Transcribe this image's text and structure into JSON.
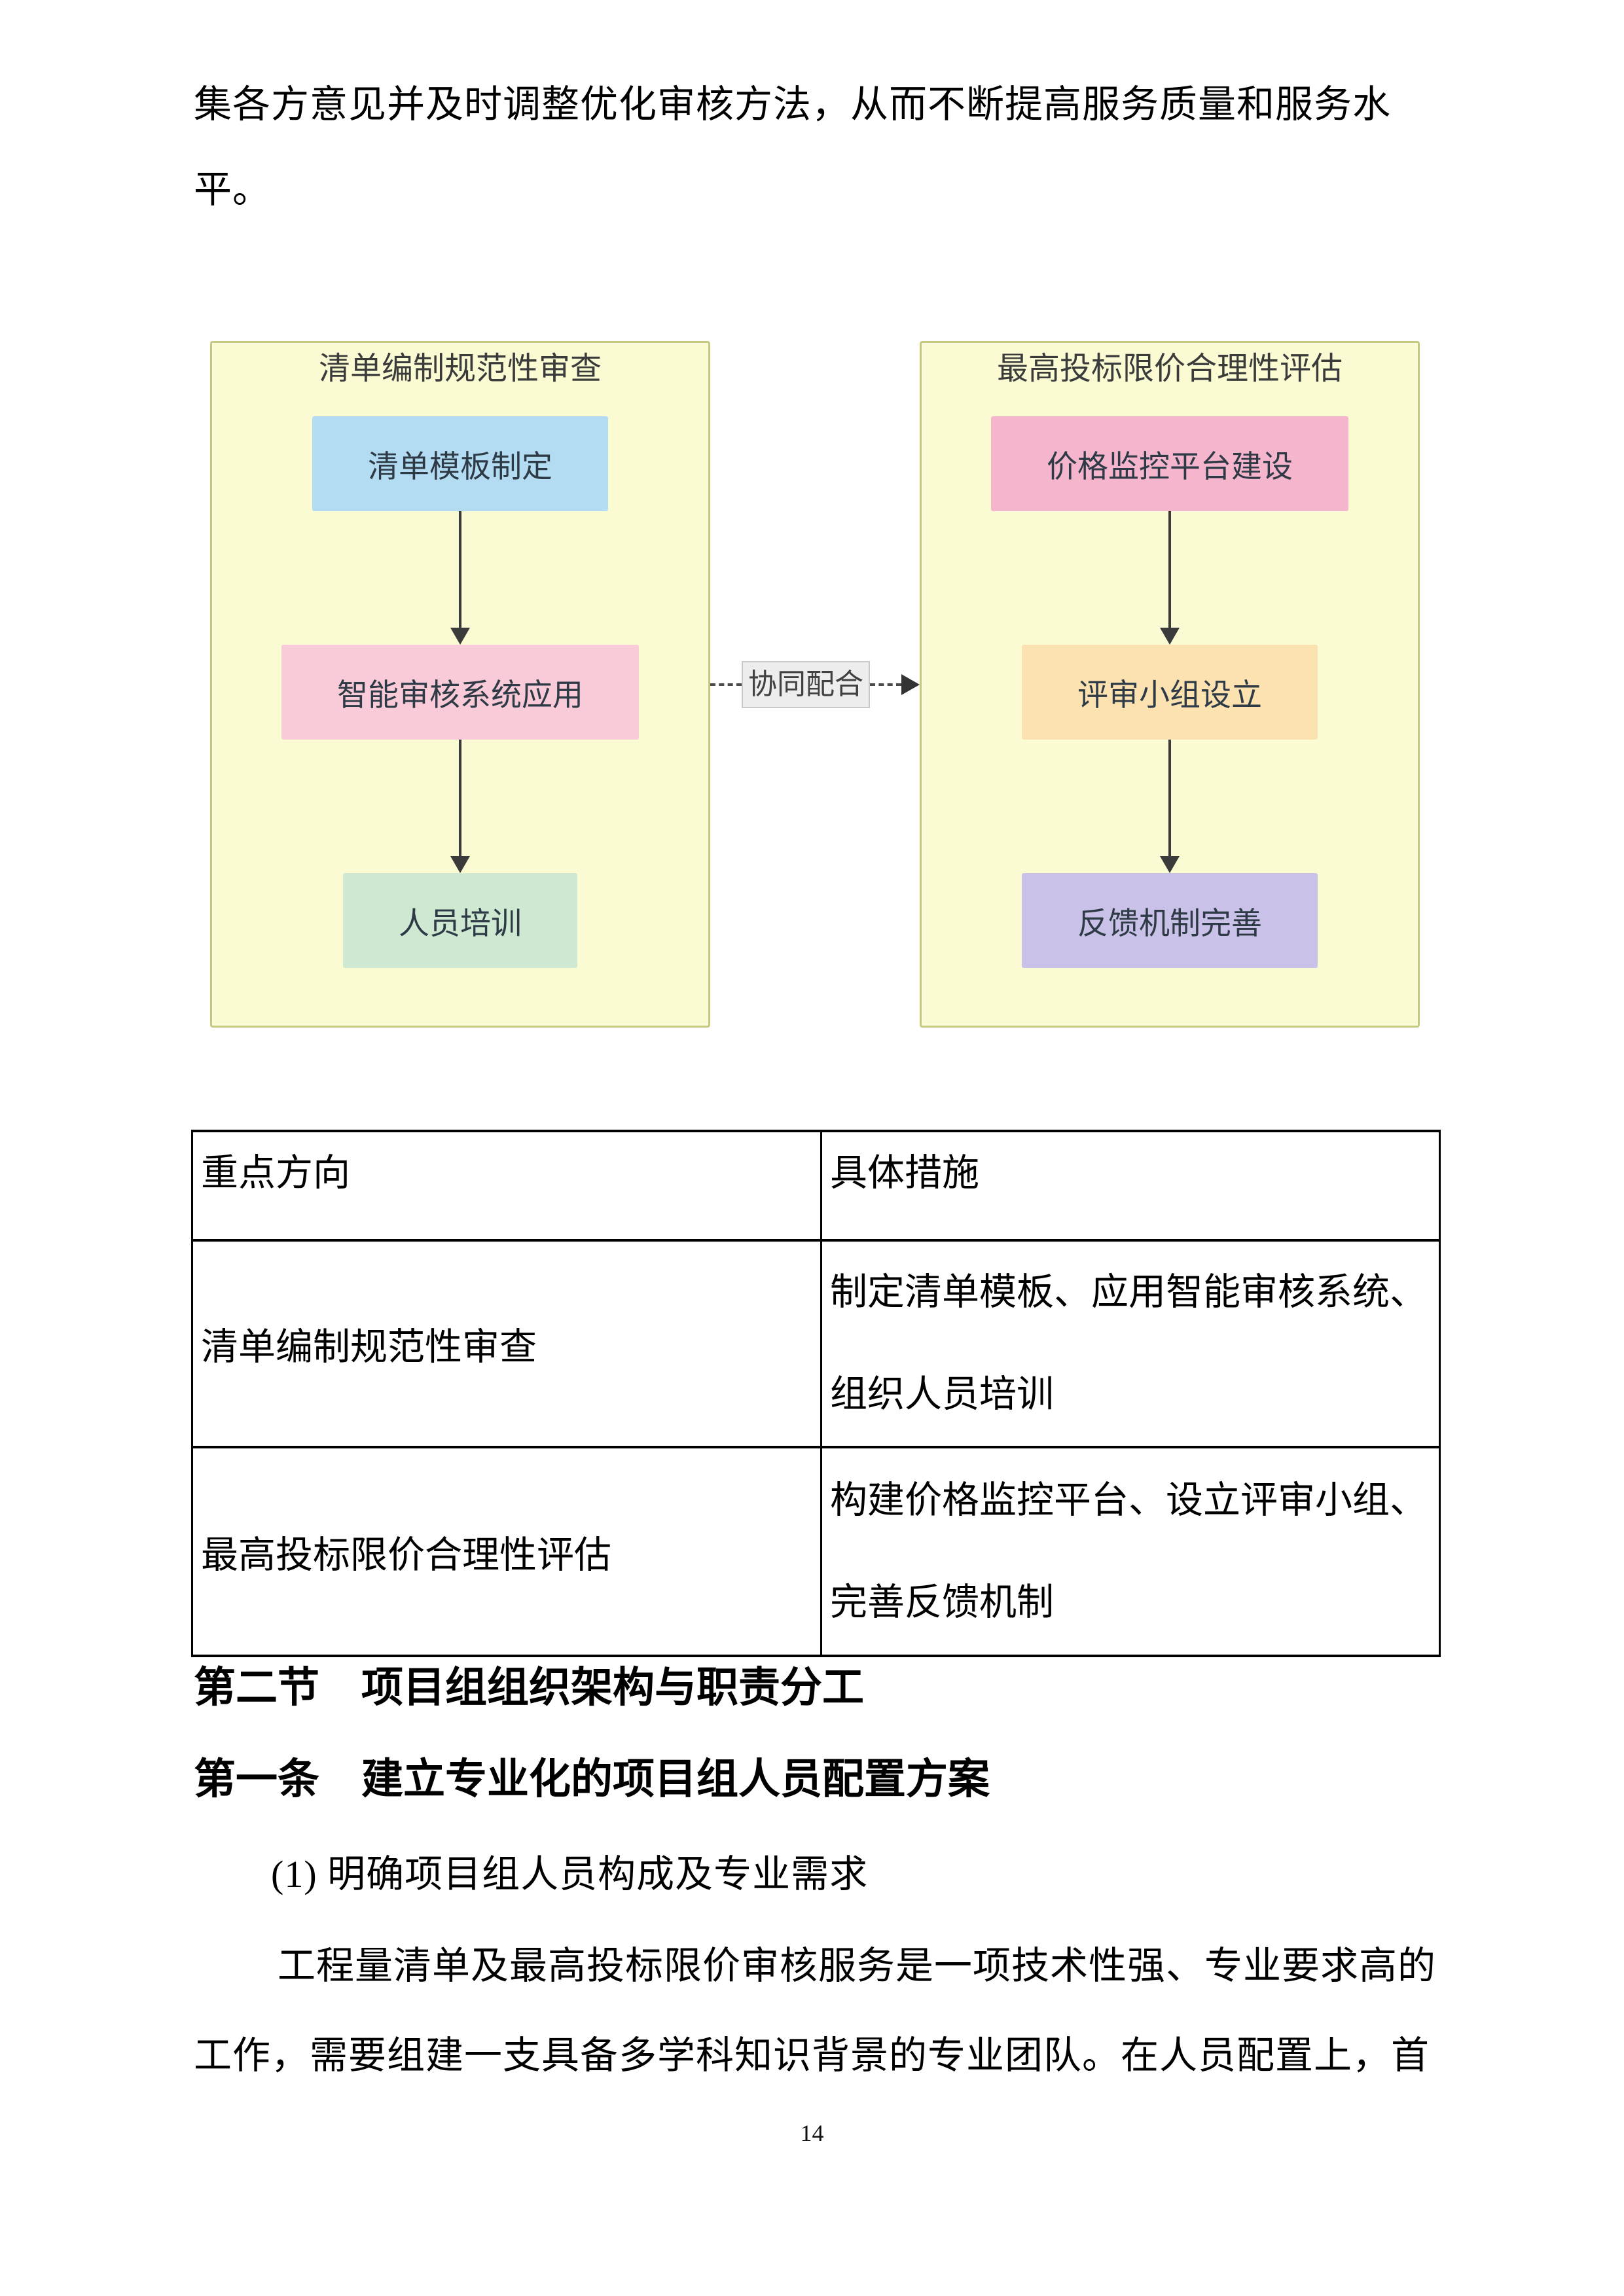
{
  "intro_paragraph": {
    "lines": [
      "集各方意见并及时调整优化审核方法，从而不断提高服务质量和服务水",
      "平。"
    ]
  },
  "diagram": {
    "panel_bg": "#fafad3",
    "panel_border": "#c4c97d",
    "connector_label": "协同配合",
    "panels": [
      {
        "title": "清单编制规范性审查",
        "boxes": [
          {
            "label": "清单模板制定",
            "color": "#b3dcf2"
          },
          {
            "label": "智能审核系统应用",
            "color": "#f9cbd8"
          },
          {
            "label": "人员培训",
            "color": "#cfe8d2"
          }
        ]
      },
      {
        "title": "最高投标限价合理性评估",
        "boxes": [
          {
            "label": "价格监控平台建设",
            "color": "#f5b5cd"
          },
          {
            "label": "评审小组设立",
            "color": "#fbe2b0"
          },
          {
            "label": "反馈机制完善",
            "color": "#c9c1e7"
          }
        ]
      }
    ]
  },
  "table": {
    "headers": [
      "重点方向",
      "具体措施"
    ],
    "rows": [
      {
        "direction": "清单编制规范性审查",
        "measures": [
          "制定清单模板、应用智能审核系统、",
          "组织人员培训"
        ]
      },
      {
        "direction": "最高投标限价合理性评估",
        "measures": [
          "构建价格监控平台、设立评审小组、",
          "完善反馈机制"
        ]
      }
    ]
  },
  "sections": {
    "section_heading": "第二节　项目组组织架构与职责分工",
    "clause_heading": "第一条　建立专业化的项目组人员配置方案",
    "list_item": "(1) 明确项目组人员构成及专业需求",
    "body_paragraph": {
      "lines": [
        "工程量清单及最高投标限价审核服务是一项技术性强、专业要求高的",
        "工作，需要组建一支具备多学科知识背景的专业团队。在人员配置上，首"
      ]
    }
  },
  "footer": {
    "page_number": "14"
  }
}
